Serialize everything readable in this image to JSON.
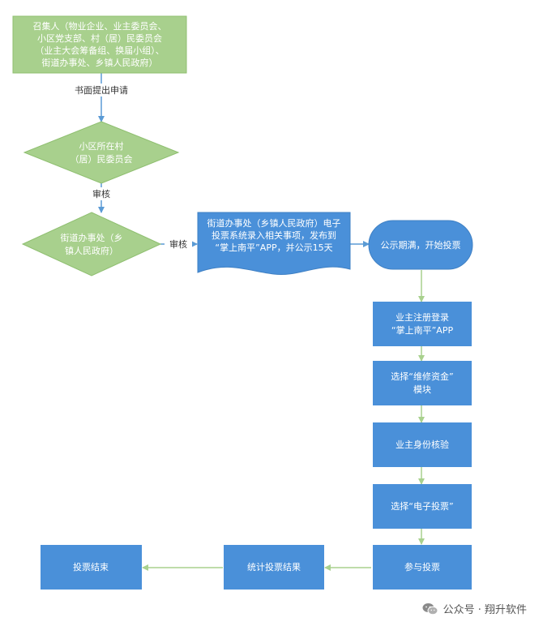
{
  "nodes": {
    "start": [
      "召集人（物业企业、业主委员会、",
      "小区党支部、村（居）民委员会",
      "（业主大会筹备组、换届小组）、",
      "街道办事处、乡镇人民政府）"
    ],
    "review1": [
      "小区所在村",
      "（居）民委员会"
    ],
    "review2": [
      "街道办事处（乡",
      "镇人民政府）"
    ],
    "doc": [
      "街道办事处（乡镇人民政府）电子",
      "投票系统录入相关事项，发布到",
      "“掌上南平”APP，并公示15天"
    ],
    "public": [
      "公示期满，开始投票"
    ],
    "register": [
      "业主注册登录",
      "“掌上南平”APP"
    ],
    "module": [
      "选择“维修资金”",
      "模块"
    ],
    "verify": [
      "业主身份核验"
    ],
    "evote": [
      "选择“电子投票”"
    ],
    "vote": [
      "参与投票"
    ],
    "count": [
      "统计投票结果"
    ],
    "end": [
      "投票结束"
    ]
  },
  "edges": {
    "apply": "书面提出申请",
    "audit1": "审核",
    "audit2": "审核"
  },
  "watermark": {
    "text": "公众号 · 翔升软件",
    "icon": "wechat-icon"
  },
  "colors": {
    "green": "#a8d08d",
    "blue": "#4a90d9",
    "arrow_blue": "#5b9bd5",
    "arrow_green": "#a9d18e"
  }
}
